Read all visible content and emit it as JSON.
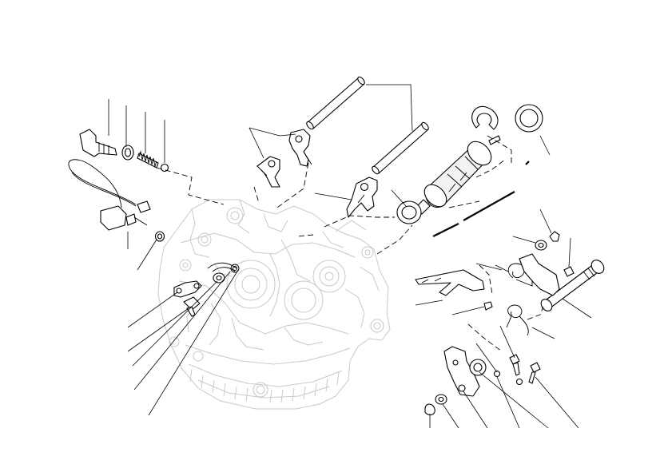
{
  "colors": {
    "background": "#ffffff",
    "line": "#000000",
    "ghost": "#c9c9c9"
  },
  "parts": [
    "crankcase",
    "shift-fork-rod-upper",
    "shift-fork-rod-lower",
    "shift-fork-left",
    "shift-fork-right",
    "shift-fork-center",
    "selector-drum",
    "drum-circlip",
    "drum-washer-large",
    "drum-dowel-pin",
    "drum-washer-small",
    "neutral-plug-bolt",
    "plug-washer",
    "plug-spring",
    "plug-ball",
    "neutral-sensor-cable",
    "sensor-washer",
    "retaining-plate",
    "plate-screw",
    "plate-spring",
    "plate-washer",
    "gear-shift-shaft",
    "shift-lever-arm",
    "shaft-return-spring",
    "shaft-small-spring",
    "shaft-washer-top",
    "shaft-nut-top",
    "ratchet-lever",
    "ratchet-spacer",
    "ratchet-bolt-1",
    "ratchet-bolt-2",
    "ratchet-washer",
    "ratchet-circlip",
    "ratchet-washer-2",
    "ratchet-bushing",
    "shaft-circlip",
    "lever-bolt"
  ]
}
